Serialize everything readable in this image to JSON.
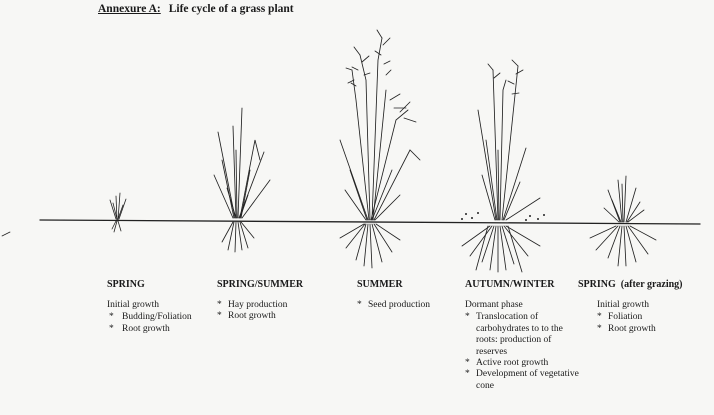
{
  "title": {
    "prefix": "Annexure A:",
    "text": "Life cycle of a grass plant"
  },
  "stages": [
    {
      "name": "SPRING",
      "intro": "Initial growth",
      "items": [
        "Budding/Foliation",
        "Root growth"
      ]
    },
    {
      "name": "SPRING/SUMMER",
      "intro": "",
      "items": [
        "Hay production",
        "Root growth"
      ]
    },
    {
      "name": "SUMMER",
      "intro": "",
      "items": [
        "Seed production"
      ]
    },
    {
      "name": "AUTUMN/WINTER",
      "intro": "Dormant phase",
      "items": [
        "Translocation of carbohydrates to to the roots: production of reserves",
        "Active root growth",
        "Development of vegetative cone"
      ]
    },
    {
      "name": "SPRING  (after grazing)",
      "intro": "Initial growth",
      "items": [
        "Foliation",
        "Root growth"
      ]
    }
  ]
}
